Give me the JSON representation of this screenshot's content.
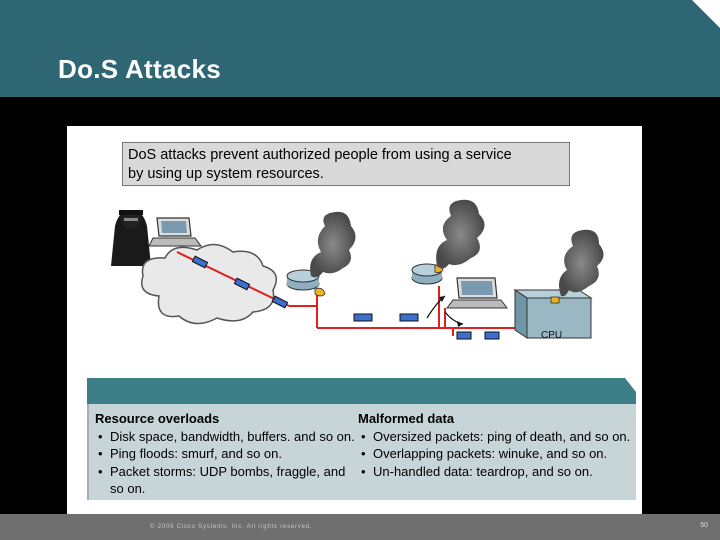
{
  "slide": {
    "title": "Do.S Attacks"
  },
  "callout": {
    "line1": "DoS attacks prevent authorized people from using a service",
    "line2": "by using up system resources."
  },
  "diagram": {
    "cpu_label": "CPU"
  },
  "panel": {
    "col1": {
      "heading": "Resource overloads",
      "items": [
        "Disk space, bandwidth, buffers. and so on.",
        "Ping floods: smurf, and so on.",
        "Packet storms: UDP bombs, fraggle, and so on."
      ]
    },
    "col2": {
      "heading": "Malformed data",
      "items": [
        "Oversized packets: ping of death, and so on.",
        "Overlapping packets: winuke, and so on.",
        "Un-handled data: teardrop, and so on."
      ]
    }
  },
  "footer": {
    "copyright": "© 2005 Cisco Systems, Inc. All rights reserved.",
    "page": "50"
  },
  "colors": {
    "header": "#2f6673",
    "link_line": "#e0201e",
    "panel_bar": "#3d7f86",
    "panel_bg": "#c8d5d8"
  }
}
